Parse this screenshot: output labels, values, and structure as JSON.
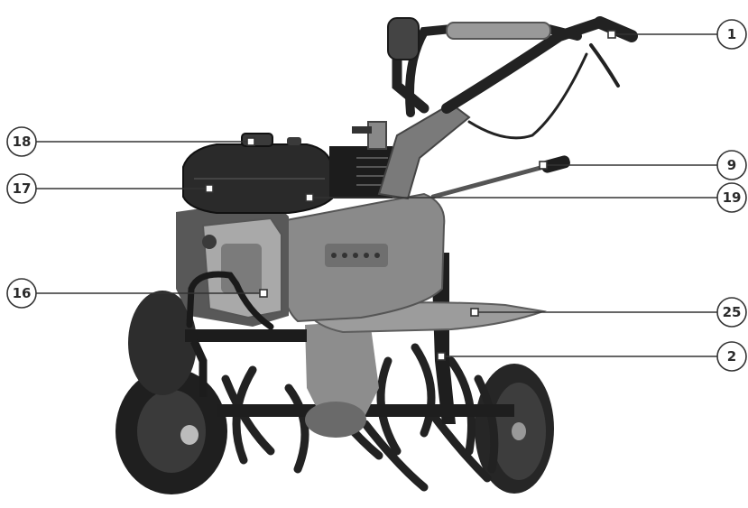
{
  "callouts": {
    "c1": {
      "label": "1"
    },
    "c9": {
      "label": "9"
    },
    "c19": {
      "label": "19"
    },
    "c25": {
      "label": "25"
    },
    "c2": {
      "label": "2"
    },
    "c18": {
      "label": "18"
    },
    "c17": {
      "label": "17"
    },
    "c16": {
      "label": "16"
    }
  },
  "colors": {
    "machine_dark": "#2a2a2a",
    "machine_mid": "#6e6e6e",
    "machine_light": "#9a9a9a",
    "callout_stroke": "#333333"
  }
}
